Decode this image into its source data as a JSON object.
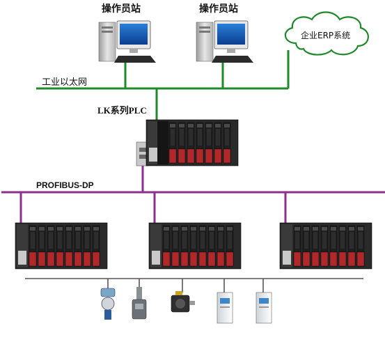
{
  "workstations": [
    {
      "label": "操作员站"
    },
    {
      "label": "操作员站"
    }
  ],
  "cloud": {
    "label": "企业ERP系统"
  },
  "ethernet": {
    "label": "工业以太网"
  },
  "main_plc": {
    "label": "LK系列PLC"
  },
  "fieldbus": {
    "label": "PROFIBUS-DP"
  },
  "remote_racks": [
    {
      "name": "remote-rack-1"
    },
    {
      "name": "remote-rack-2"
    },
    {
      "name": "remote-rack-3"
    }
  ],
  "field_devices": [
    {
      "icon": "pressure-transmitter-icon"
    },
    {
      "icon": "flowmeter-icon"
    },
    {
      "icon": "servo-motor-icon"
    },
    {
      "icon": "drive-unit-icon"
    },
    {
      "icon": "drive-unit-icon"
    }
  ],
  "colors": {
    "ethernet": "#1e8a2a",
    "profibus": "#8e2f8c",
    "io_bus": "#555555",
    "module_red": "#b0282a",
    "module_dark": "#222222"
  }
}
